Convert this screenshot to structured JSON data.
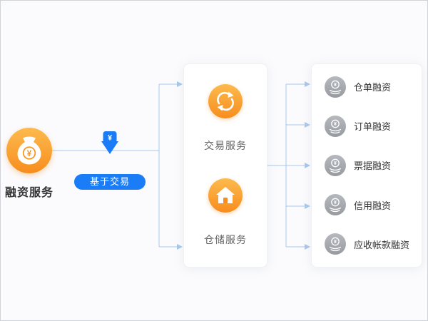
{
  "diagram": {
    "source": {
      "icon": "money-bag-icon",
      "label": "融资服务"
    },
    "connector": {
      "icon": "yen-download-arrow-icon",
      "badge": "基于交易"
    },
    "center_card": {
      "items": [
        {
          "icon": "exchange-arrows-icon",
          "label": "交易服务"
        },
        {
          "icon": "warehouse-home-icon",
          "label": "仓储服务"
        }
      ]
    },
    "right_card": {
      "items": [
        {
          "icon": "coins-icon",
          "label": "仓单融资"
        },
        {
          "icon": "coins-icon",
          "label": "订单融资"
        },
        {
          "icon": "coins-icon",
          "label": "票据融资"
        },
        {
          "icon": "coins-icon",
          "label": "信用融资"
        },
        {
          "icon": "coins-icon",
          "label": "应收帐款融资"
        }
      ]
    }
  },
  "colors": {
    "orange_gradient_start": "#fdba4d",
    "orange_gradient_end": "#f78d1e",
    "blue": "#1b7cf7",
    "connector_line": "#a7c7ee",
    "gray_icon_start": "#b6babf",
    "gray_icon_end": "#979ba0",
    "card_bg": "#ffffff",
    "text_dark": "#333333",
    "text_gray": "#666666",
    "canvas_bg": "#fbfbfd"
  }
}
